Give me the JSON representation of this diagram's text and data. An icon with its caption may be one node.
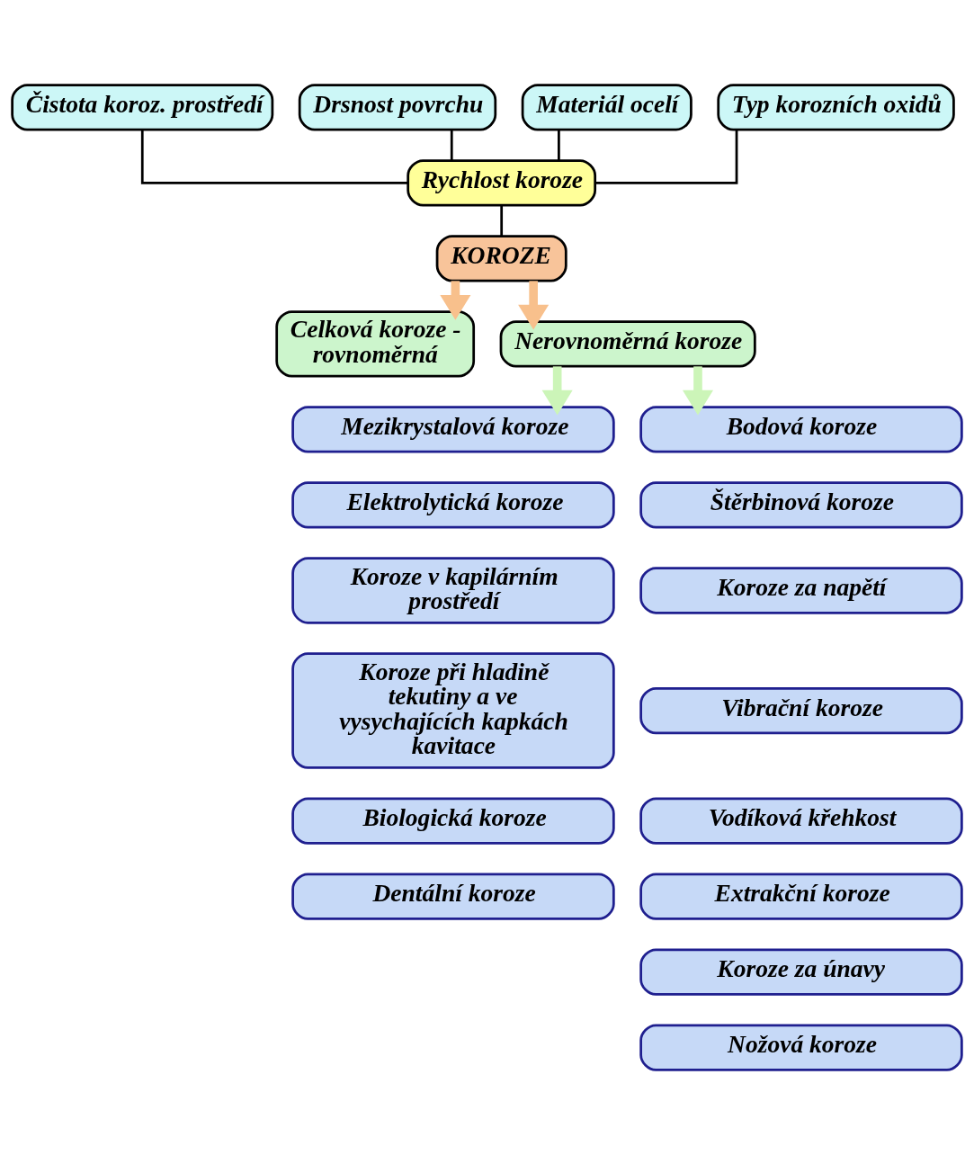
{
  "diagram": {
    "nodes": [
      {
        "text": [
          "Čistota koroz. prostředí"
        ]
      },
      {
        "text": [
          "Drsnost povrchu"
        ]
      },
      {
        "text": [
          "Materiál ocelí"
        ]
      },
      {
        "text": [
          "Typ korozních oxidů"
        ]
      },
      {
        "text": [
          "Rychlost koroze"
        ]
      },
      {
        "text": [
          "KOROZE"
        ]
      },
      {
        "text": [
          "Celková koroze - rovnoměrná"
        ]
      },
      {
        "text": [
          "Nerovnoměrná koroze"
        ]
      },
      {
        "text": [
          "Mezikrystalová koroze"
        ]
      },
      {
        "text": [
          "Elektrolytická koroze"
        ]
      },
      {
        "text": [
          "Koroze v kapilárním prostředí"
        ]
      },
      {
        "text": [
          "Koroze při hladině tekutiny a ve vysychajících kapkách kavitace"
        ]
      },
      {
        "text": [
          "Biologická koroze"
        ]
      },
      {
        "text": [
          "Dentální koroze"
        ]
      },
      {
        "text": [
          "Bodová koroze"
        ]
      },
      {
        "text": [
          "Štěrbinová koroze"
        ]
      },
      {
        "text": [
          "Koroze za napětí"
        ]
      },
      {
        "text": [
          "Vibrační koroze"
        ]
      },
      {
        "text": [
          "Vodíková křehkost"
        ]
      },
      {
        "text": [
          "Extrakční koroze"
        ]
      },
      {
        "text": [
          "Koroze za únavy"
        ]
      },
      {
        "text": [
          "Nožová koroze"
        ]
      }
    ],
    "edges": [
      {
        "from": 0,
        "to": 4,
        "arrow": "none"
      },
      {
        "from": 1,
        "to": 4,
        "arrow": "none"
      },
      {
        "from": 2,
        "to": 4,
        "arrow": "none"
      },
      {
        "from": 3,
        "to": 4,
        "arrow": "none"
      },
      {
        "from": 4,
        "to": 5,
        "arrow": "none"
      },
      {
        "from": 5,
        "to": 6,
        "arrow": "to",
        "style": "thick",
        "color": "#f8c08c"
      },
      {
        "from": 5,
        "to": 7,
        "arrow": "to",
        "style": "thick",
        "color": "#f8c08c"
      },
      {
        "from": 7,
        "to": 8,
        "arrow": "to",
        "style": "thick",
        "color": "#ccf5b8"
      },
      {
        "from": 7,
        "to": 14,
        "arrow": "to",
        "style": "thick",
        "color": "#ccf5b8"
      }
    ]
  }
}
